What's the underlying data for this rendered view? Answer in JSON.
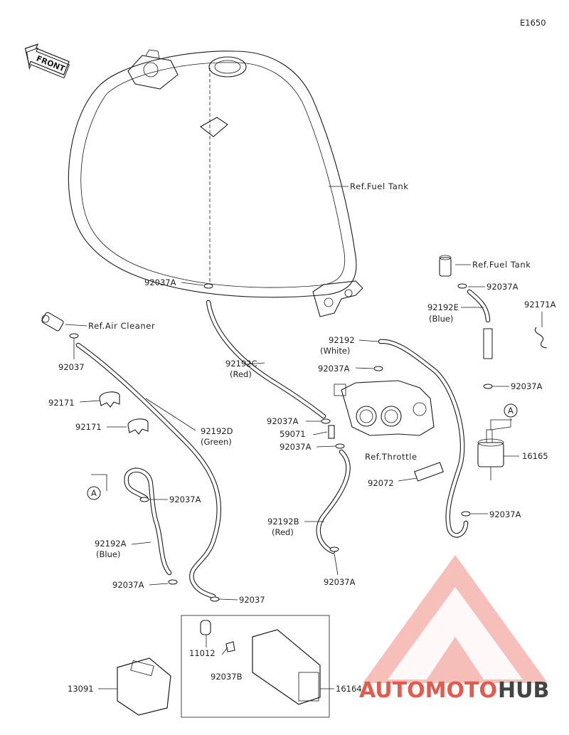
{
  "diagram_code": "E1650",
  "front_label": "FRONT",
  "refs": {
    "fuel_tank_main": "Ref.Fuel Tank",
    "fuel_tank_cap": "Ref.Fuel Tank",
    "air_cleaner": "Ref.Air Cleaner",
    "throttle": "Ref.Throttle"
  },
  "parts": {
    "p92037A_tank": "92037A",
    "p92037_aircleaner": "92037",
    "p92171_a": "92171",
    "p92171_b": "92171",
    "p92192D": "92192D",
    "p92192D_color": "(Green)",
    "p92192C": "92192C",
    "p92192C_color": "(Red)",
    "p92037A_c_lower": "92037A",
    "p59071": "59071",
    "p92037A_throttle": "92037A",
    "p92192": "92192",
    "p92192_color": "(White)",
    "p92037A_white": "92037A",
    "p92192E": "92192E",
    "p92192E_color": "(Blue)",
    "p92037A_cap": "92037A",
    "p92171A": "92171A",
    "p92037A_right": "92037A",
    "p16165": "16165",
    "p92072": "92072",
    "p92037A_right_low": "92037A",
    "p92192B": "92192B",
    "p92192B_color": "(Red)",
    "p92037A_bottom_mid": "92037A",
    "p92037A_left_upper": "92037A",
    "p92192A": "92192A",
    "p92192A_color": "(Blue)",
    "p92037A_left_lower": "92037A",
    "p92037_lower": "92037",
    "p11012": "11012",
    "p92037B": "92037B",
    "p13091": "13091",
    "p16164": "16164"
  },
  "markers": {
    "marker_a_left": "A",
    "marker_a_right": "A"
  },
  "watermark": {
    "text_left": "AUTOMOTO",
    "text_right": "HUB",
    "color_red": "#e35a4f",
    "color_pink": "#f3a29a",
    "color_gray": "#444444"
  }
}
